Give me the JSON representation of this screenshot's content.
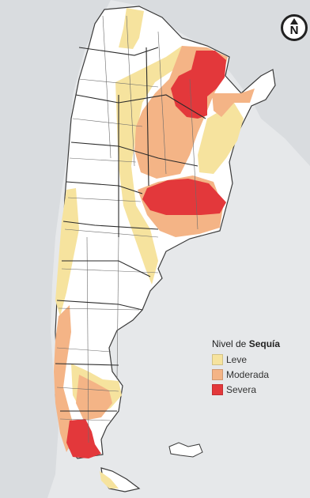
{
  "compass": {
    "letter": "N"
  },
  "legend": {
    "title_prefix": "Nivel de",
    "title_bold": "Sequía",
    "items": [
      {
        "label": "Leve",
        "color": "#f6e39e"
      },
      {
        "label": "Moderada",
        "color": "#f4b486"
      },
      {
        "label": "Severa",
        "color": "#e3383b"
      }
    ]
  },
  "colors": {
    "sea": "#e6e8ea",
    "neighbor_land": "#d9dcdf",
    "no_drought": "#ffffff",
    "boundary": "#3a3a3a"
  }
}
